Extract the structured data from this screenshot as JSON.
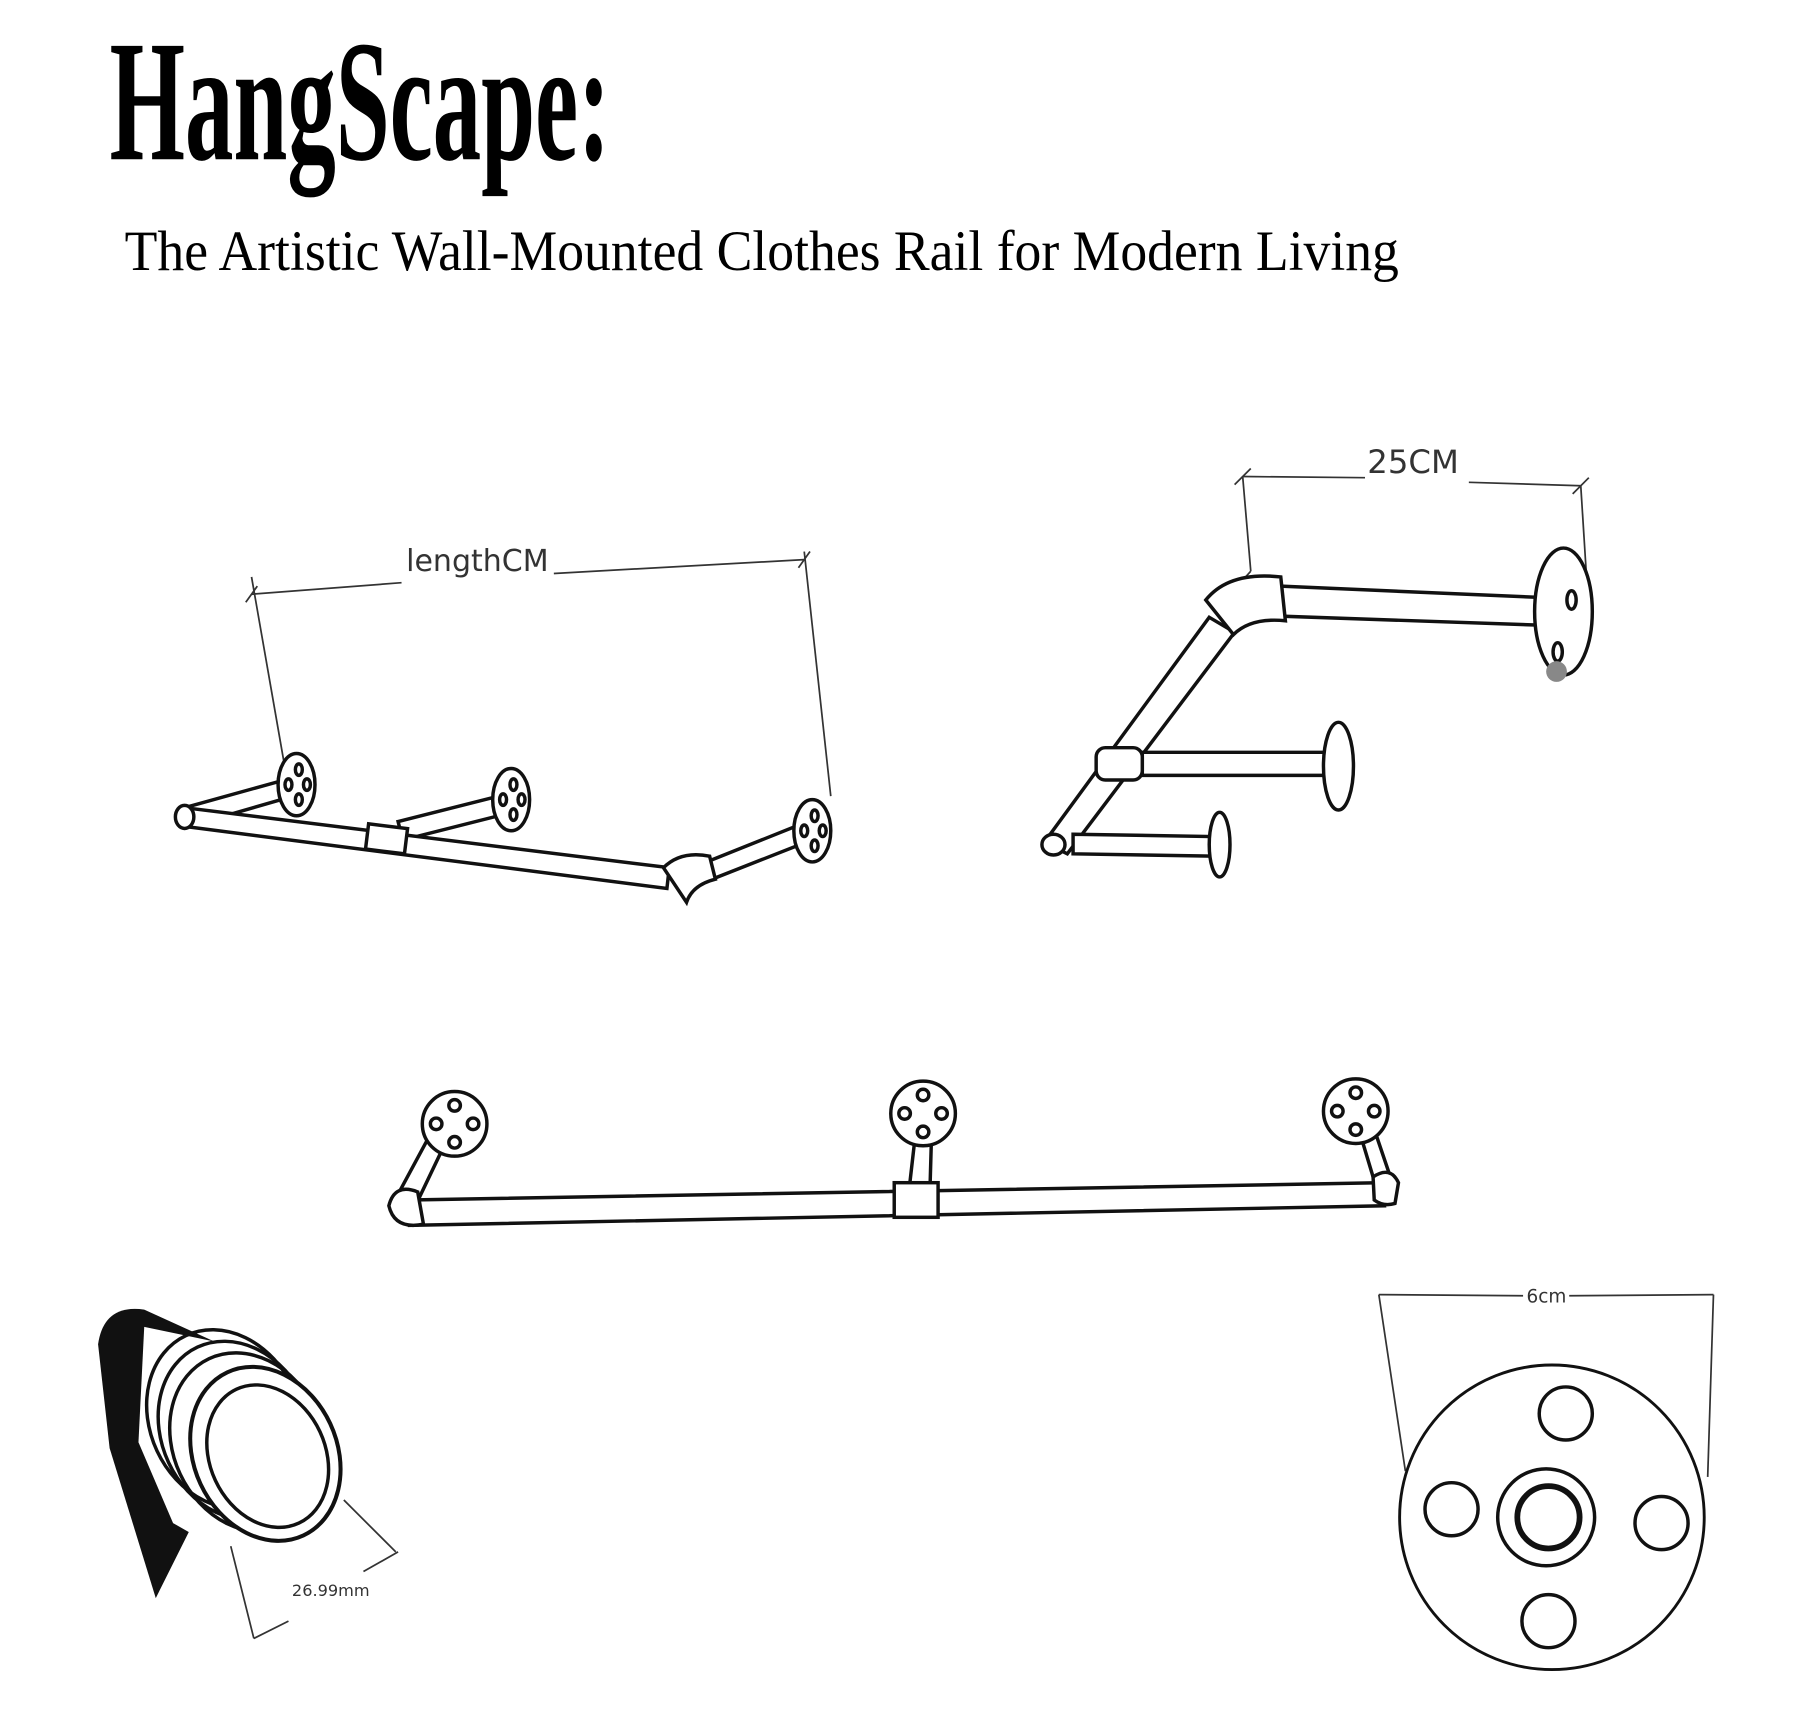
{
  "header": {
    "title": "HangScape:",
    "subtitle": "The Artistic Wall-Mounted Clothes Rail for Modern Living"
  },
  "diagrams": {
    "l_rail": {
      "dimension_label": "lengthCM"
    },
    "angled_rail": {
      "dimension_label": "25CM"
    },
    "straight_rail": {},
    "pipe_end": {
      "dimension_label": "26.99mm"
    },
    "flange": {
      "dimension_label": "6cm"
    }
  },
  "colors": {
    "line": "#111111",
    "dimension": "#333333",
    "marker": "#888888"
  }
}
